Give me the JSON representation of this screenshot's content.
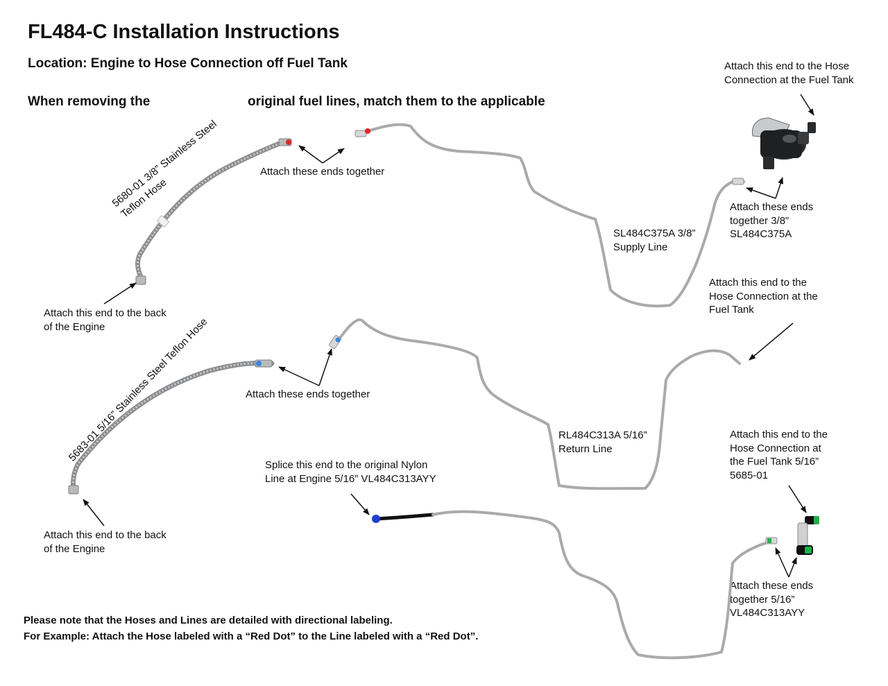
{
  "title": "FL484-C Installation Instructions",
  "location": "Location: Engine to Hose Connection off Fuel Tank",
  "instruction_left": "When removing the",
  "instruction_right": "original fuel lines, match them to the applicable",
  "labels": {
    "supply_hose": "5680-01 3/8” Stainless Steel\nTeflon Hose",
    "return_hose": "5683-01 5/16” Stainless Steel Teflon Hose",
    "attach_together_top": "Attach these ends together",
    "attach_together_mid": "Attach these ends together",
    "engine_back_top": "Attach this end to the back\nof the Engine",
    "engine_back_bottom": "Attach this end to the back\nof the Engine",
    "tank_top": "Attach this end to the Hose\nConnection at the Fuel Tank",
    "attach_supply": "Attach these ends\ntogether 3/8”\nSL484C375A",
    "supply_line": "SL484C375A 3/8”\nSupply Line",
    "tank_mid": "Attach this end to the\nHose Connection at the\nFuel Tank",
    "return_line": "RL484C313A 5/16”\nReturn Line",
    "splice": "Splice this end to the original Nylon\nLine at Engine 5/16” VL484C313AYY",
    "tank_bottom": "Attach this end to the\nHose Connection at\nthe Fuel Tank 5/16”\n5685-01",
    "attach_vapor": "Attach these ends\ntogether 5/16”\nVL484C313AYY"
  },
  "notes": {
    "line1": "Please note that the Hoses and Lines are detailed with directional labeling.",
    "line2": "For Example: Attach the Hose labeled with a “Red Dot” to the Line labeled with a “Red Dot”."
  },
  "colors": {
    "red_dot": "#e0262b",
    "blue_dot": "#3a86d8",
    "green_fitting": "#1db24a",
    "steel": "#a9aaac",
    "nylon": "#111111"
  },
  "icons": [
    "filter-icon",
    "quick-connector-icon"
  ]
}
